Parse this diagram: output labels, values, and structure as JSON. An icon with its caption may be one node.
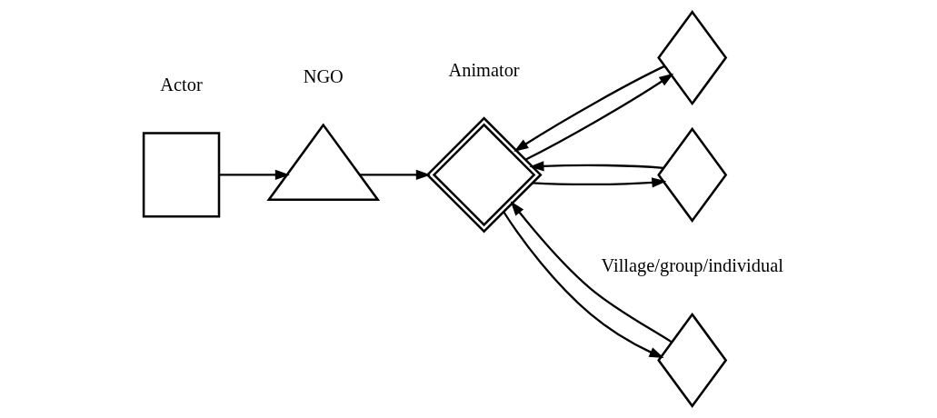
{
  "diagram": {
    "nodes": [
      {
        "text": [],
        "shape": "box"
      },
      {
        "text": [],
        "shape": "triangle"
      },
      {
        "text": [],
        "shape": "diamond"
      },
      {
        "text": [],
        "shape": "diamond"
      },
      {
        "text": [],
        "shape": "diamond"
      },
      {
        "text": [],
        "shape": "diamond"
      }
    ],
    "edges": [
      {
        "from": 0,
        "to": 1,
        "arrow": "to"
      },
      {
        "from": 1,
        "to": 2,
        "arrow": "to"
      },
      {
        "from": 2,
        "to": 3,
        "arrow": "to"
      },
      {
        "from": 2,
        "to": 4,
        "arrow": "to"
      },
      {
        "from": 2,
        "to": 5,
        "arrow": "to"
      },
      {
        "from": 3,
        "to": 2,
        "arrow": "to"
      },
      {
        "from": 4,
        "to": 2,
        "arrow": "to"
      },
      {
        "from": 5,
        "to": 2,
        "arrow": "to"
      }
    ],
    "labels": [
      "Actor",
      "NGO",
      "Animator",
      "Village/group/individual"
    ]
  }
}
